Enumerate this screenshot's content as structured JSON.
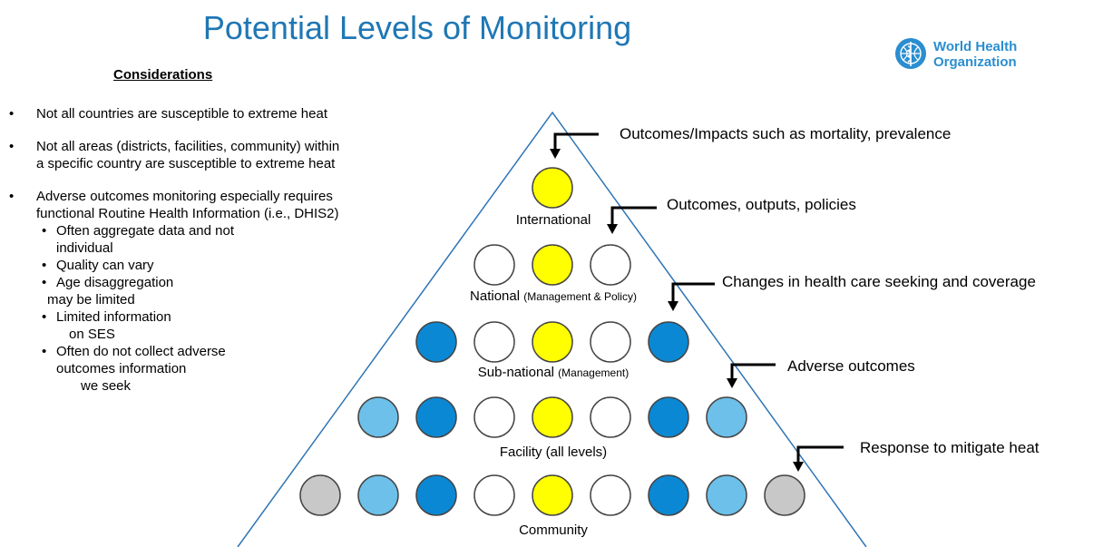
{
  "title": "Potential Levels of Monitoring",
  "logo": {
    "line1": "World Health",
    "line2": "Organization",
    "emblem": "who-emblem-icon"
  },
  "considerations": {
    "heading": "Considerations",
    "items": [
      "Not all countries are susceptible to extreme heat",
      "Not all areas (districts, facilities, community) within a specific country are susceptible to extreme heat",
      "Adverse outcomes monitoring especially requires functional  Routine Health Information (i.e., DHIS2)"
    ],
    "sub_items": {
      "a1": "Often aggregate data and not",
      "a2": "individual",
      "b1": "Quality can vary",
      "c1": "Age disaggregation",
      "c2": "may be limited",
      "d1": "Limited information",
      "d2": "on SES",
      "e1": "Often do not collect adverse",
      "e2": "outcomes information",
      "e3": "we seek"
    }
  },
  "levels": [
    {
      "name": "International",
      "detail": "",
      "circles": [
        "yellow"
      ]
    },
    {
      "name": "National",
      "detail": "(Management & Policy)",
      "circles": [
        "white",
        "yellow",
        "white"
      ]
    },
    {
      "name": "Sub-national",
      "detail": "(Management)",
      "circles": [
        "blue",
        "white",
        "yellow",
        "white",
        "blue"
      ]
    },
    {
      "name": "Facility (all levels)",
      "detail": "",
      "circles": [
        "lightblue",
        "blue",
        "white",
        "yellow",
        "white",
        "blue",
        "lightblue"
      ]
    },
    {
      "name": "Community",
      "detail": "",
      "circles": [
        "gray",
        "lightblue",
        "blue",
        "white",
        "yellow",
        "white",
        "blue",
        "lightblue",
        "gray"
      ]
    }
  ],
  "annotations": [
    "Outcomes/Impacts such as mortality, prevalence",
    "Outcomes, outputs, policies",
    "Changes in health care seeking and coverage",
    "Adverse outcomes",
    "Response to mitigate heat"
  ],
  "colors": {
    "title": "#1f77b4",
    "triangle": "#2e75b6",
    "yellow": "#ffff00",
    "blue": "#0b88d4",
    "lightblue": "#6cc0ea",
    "gray": "#c8c8c8",
    "white": "#ffffff"
  }
}
